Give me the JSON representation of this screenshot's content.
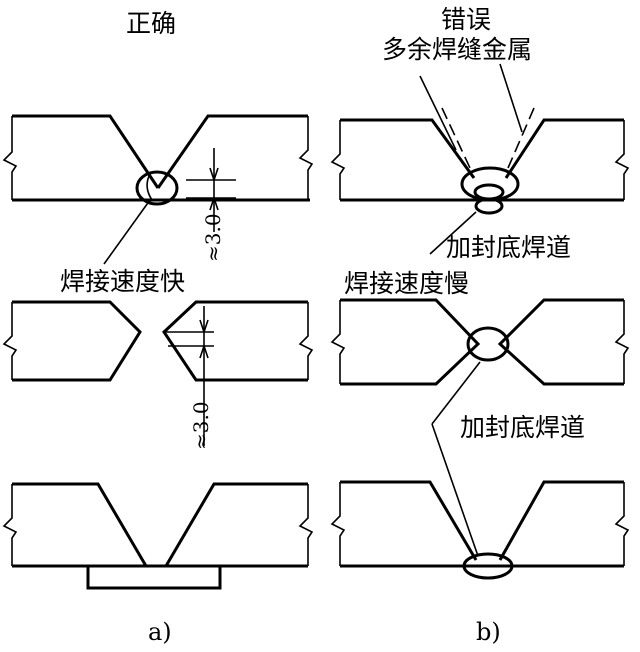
{
  "labels": {
    "correct": "正确",
    "wrong": "错误",
    "excess_metal": "多余焊缝金属",
    "fast_speed": "焊接速度快",
    "slow_speed": "焊接速度慢",
    "backing_weld_1": "加封底焊道",
    "backing_weld_2": "加封底焊道",
    "dimension_1": "≈3.0",
    "dimension_2": "≈3.0",
    "caption_a": "a)",
    "caption_b": "b)"
  }
}
